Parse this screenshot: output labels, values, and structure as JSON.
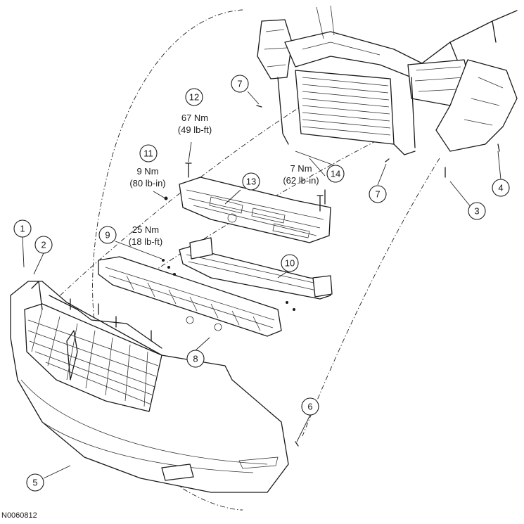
{
  "figure_id": "N0060812",
  "callouts": [
    {
      "id": "1",
      "label": "1"
    },
    {
      "id": "2",
      "label": "2"
    },
    {
      "id": "3",
      "label": "3"
    },
    {
      "id": "4",
      "label": "4"
    },
    {
      "id": "5",
      "label": "5"
    },
    {
      "id": "6",
      "label": "6"
    },
    {
      "id": "7a",
      "label": "7"
    },
    {
      "id": "7b",
      "label": "7"
    },
    {
      "id": "8",
      "label": "8"
    },
    {
      "id": "9",
      "label": "9"
    },
    {
      "id": "10",
      "label": "10"
    },
    {
      "id": "11",
      "label": "11"
    },
    {
      "id": "12",
      "label": "12"
    },
    {
      "id": "13",
      "label": "13"
    },
    {
      "id": "14",
      "label": "14"
    }
  ],
  "torque_specs": {
    "item12": {
      "metric": "67 Nm",
      "imperial": "(49 lb-ft)"
    },
    "item11": {
      "metric": "9 Nm",
      "imperial": "(80 lb-in)"
    },
    "item9": {
      "metric": "25 Nm",
      "imperial": "(18 lb-ft)"
    },
    "item14": {
      "metric": "7 Nm",
      "imperial": "(62 lb-in)"
    }
  }
}
